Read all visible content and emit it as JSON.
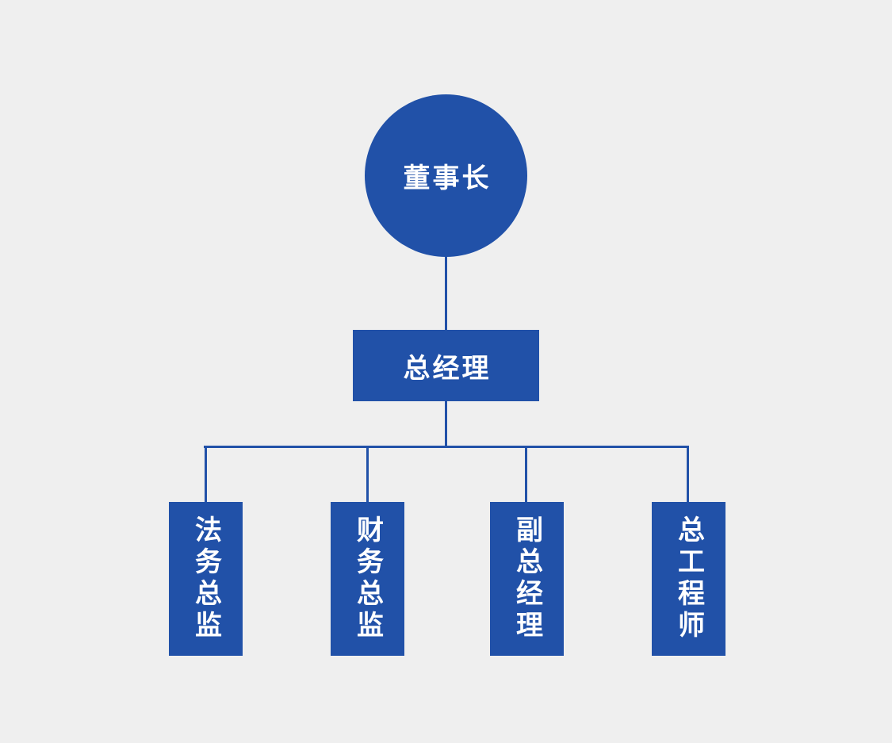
{
  "colors": {
    "background": "#EFEFEF",
    "node_fill": "#2151A8",
    "connector": "#2151A8",
    "node_text": "#FFFFFF"
  },
  "org_chart": {
    "root": {
      "label": "董事长",
      "shape": "circle"
    },
    "level2": {
      "label": "总经理",
      "shape": "rectangle"
    },
    "level3": [
      {
        "label": "法务总监",
        "shape": "vertical-rectangle"
      },
      {
        "label": "财务总监",
        "shape": "vertical-rectangle"
      },
      {
        "label": "副总经理",
        "shape": "vertical-rectangle"
      },
      {
        "label": "总工程师",
        "shape": "vertical-rectangle"
      }
    ]
  }
}
